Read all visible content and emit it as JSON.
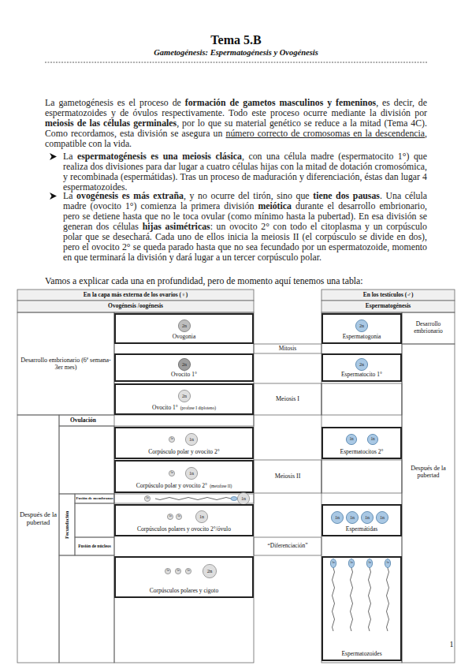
{
  "diagram": {
    "title": "Tema 5.B",
    "nodes": [
      {
        "text": [
          "Ovogonia"
        ]
      },
      {
        "text": [
          "2n"
        ],
        "in": 0
      },
      {
        "text": [
          "Espermatogonia"
        ]
      },
      {
        "text": [
          "2n"
        ],
        "in": 2
      },
      {
        "text": [
          "Ovocito 1°"
        ]
      },
      {
        "text": [
          "2n"
        ],
        "in": 4
      },
      {
        "text": [
          "Espermatocito 1°"
        ]
      },
      {
        "text": [
          "2n"
        ],
        "in": 6
      },
      {
        "text": [
          "Ovocito 1°",
          "(profase I diploteno)"
        ]
      },
      {
        "text": [
          "2n"
        ],
        "in": 8
      },
      {
        "text": [
          "Corpúsculo polar y ovocito 2°"
        ]
      },
      {
        "text": [
          "1n"
        ],
        "in": 10
      },
      {
        "text": [
          "1n"
        ],
        "in": 10
      },
      {
        "text": [
          "Espermatocitos 2°"
        ]
      },
      {
        "text": [
          "1n"
        ],
        "in": 13
      },
      {
        "text": [
          "1n"
        ],
        "in": 13
      },
      {
        "text": [
          "Corpúsculo polar y ovocito 2°",
          "(metafase II)"
        ]
      },
      {
        "text": [
          "1n"
        ],
        "in": 16
      },
      {
        "text": [
          "1n"
        ],
        "in": 16
      },
      {
        "text": [
          "1n"
        ]
      },
      {
        "text": [
          "1n"
        ]
      },
      {
        "text": [
          "Corpúsculos polares y ovocito 2°/óvulo"
        ]
      },
      {
        "text": [
          "1n"
        ],
        "in": 21
      },
      {
        "text": [
          "1n"
        ],
        "in": 21
      },
      {
        "text": [
          "1n"
        ],
        "in": 21
      },
      {
        "text": [
          "Espermátidas"
        ]
      },
      {
        "text": [
          "1n"
        ],
        "in": 25
      },
      {
        "text": [
          "1n"
        ],
        "in": 25
      },
      {
        "text": [
          "1n"
        ],
        "in": 25
      },
      {
        "text": [
          "1n"
        ],
        "in": 25
      },
      {
        "text": [
          "Corpúsculos polares y cigoto"
        ]
      },
      {
        "text": [
          "1n"
        ],
        "in": 30
      },
      {
        "text": [
          "1n"
        ],
        "in": 30
      },
      {
        "text": [
          "1n"
        ],
        "in": 30
      },
      {
        "text": [
          "2n"
        ],
        "in": 30
      },
      {
        "text": [
          "Espermatozoides"
        ]
      },
      {
        "text": [
          "1n"
        ],
        "in": 35
      },
      {
        "text": [
          "1n"
        ],
        "in": 35
      },
      {
        "text": [
          "1n"
        ],
        "in": 35
      },
      {
        "text": [
          "1n"
        ],
        "in": 35
      }
    ],
    "labels": [
      "Gametogénesis: Espermatogénesis y Ovogénesis",
      "La gametogénesis es el proceso de ",
      "formación de gametos masculinos y femeninos",
      ", es decir, de espermatozoides y de óvulos respectivamente. Todo este proceso ocurre mediante la división por ",
      "meiosis de las células germinales",
      ", por lo que su material genético se reduce a la mitad (Tema 4C). Como recordamos, esta división se asegura un ",
      "número correcto de cromosomas en la descendencia",
      ", compatible con la vida.",
      "La ",
      "espermatogénesis es una meiosis clásica",
      ", con una célula madre (espermatocito 1°) que realiza dos divisiones para dar lugar a cuatro células hijas con la mitad de dotación cromosómica, y recombinada (espermátidas). Tras un proceso de maduración y diferenciación, éstas dan lugar 4 espermatozoides.",
      "La ",
      "ovogénesis es más extraña",
      ", y no ocurre del tirón, sino que ",
      "tiene dos pausas",
      ". Una célula madre (ovocito 1°) comienza la primera división ",
      "meiótica",
      " durante el desarrollo embrionario, pero se detiene hasta que no le toca ovular (como mínimo hasta la pubertad). En esa división se generan dos células ",
      "hijas asimétricas",
      ": un ovocito 2° con todo el citoplasma y un corpúsculo polar que se desechará. Cada uno de ellos inicia la meiosis II (el corpúsculo se divide en dos), pero el ovocito 2° se queda parado hasta que no sea fecundado por un espermatozoide, momento en que terminará la división y dará lugar a un tercer corpúsculo polar.",
      "Vamos a explicar cada una en profundidad, pero de momento aquí tenemos una tabla:",
      "En la capa más externa de los ovarios (♀)",
      "En los testículos (♂)",
      "Ovogénesis /oogénesis",
      "Espermatogénesis",
      "Desarrollo embrionario (6ª semana-3er mes)",
      "Desarrollo embrionario",
      "Mitosis",
      "Meiosis I",
      "Ovulación",
      "Meiosis II",
      "Después de la pubertad",
      "Fecundación",
      "Fusión de membranas",
      "“Diferenciación”",
      "Fusión de núcleos",
      "Después de la pubertad",
      "1"
    ]
  }
}
